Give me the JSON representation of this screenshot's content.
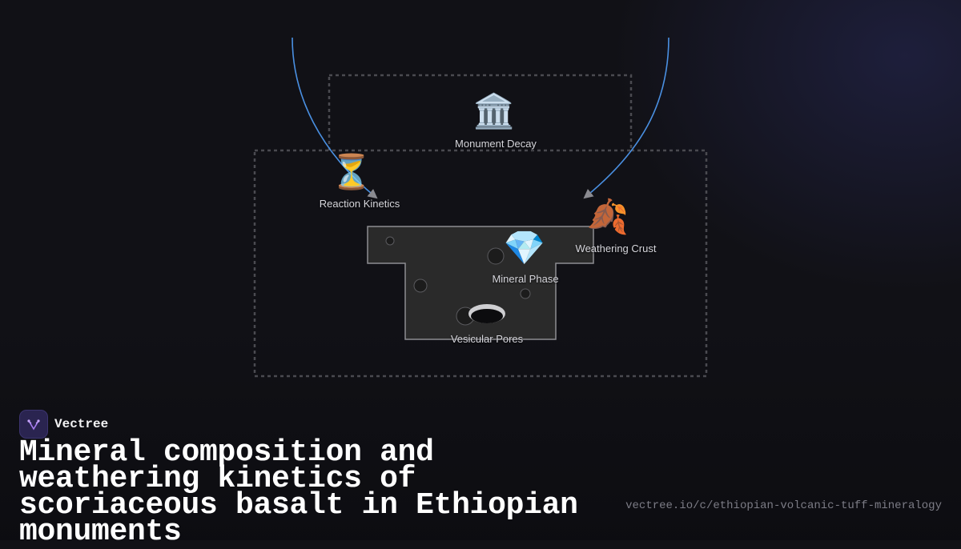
{
  "brand": {
    "name": "Vectree"
  },
  "title": "Mineral composition and weathering kinetics of scoriaceous basalt in Ethiopian monuments",
  "url": "vectree.io/c/ethiopian-volcanic-tuff-mineralogy",
  "colors": {
    "background": "#111116",
    "arrow": "#4a90e2",
    "region_border": "#4a4a50",
    "rock_fill": "#2a2a2a"
  },
  "nodes": [
    {
      "id": "monument-decay",
      "label": "Monument Decay",
      "icon": "classical-building-icon",
      "glyph": "🏛️"
    },
    {
      "id": "reaction-kinetics",
      "label": "Reaction Kinetics",
      "icon": "hourglass-icon",
      "glyph": "⏳"
    },
    {
      "id": "weathering-crust",
      "label": "Weathering Crust",
      "icon": "fallen-leaves-icon",
      "glyph": "🍂"
    },
    {
      "id": "mineral-phase",
      "label": "Mineral Phase",
      "icon": "gem-icon",
      "glyph": "💎"
    },
    {
      "id": "vesicular-pores",
      "label": "Vesicular Pores",
      "icon": "pore-hole-icon",
      "glyph": ""
    }
  ]
}
